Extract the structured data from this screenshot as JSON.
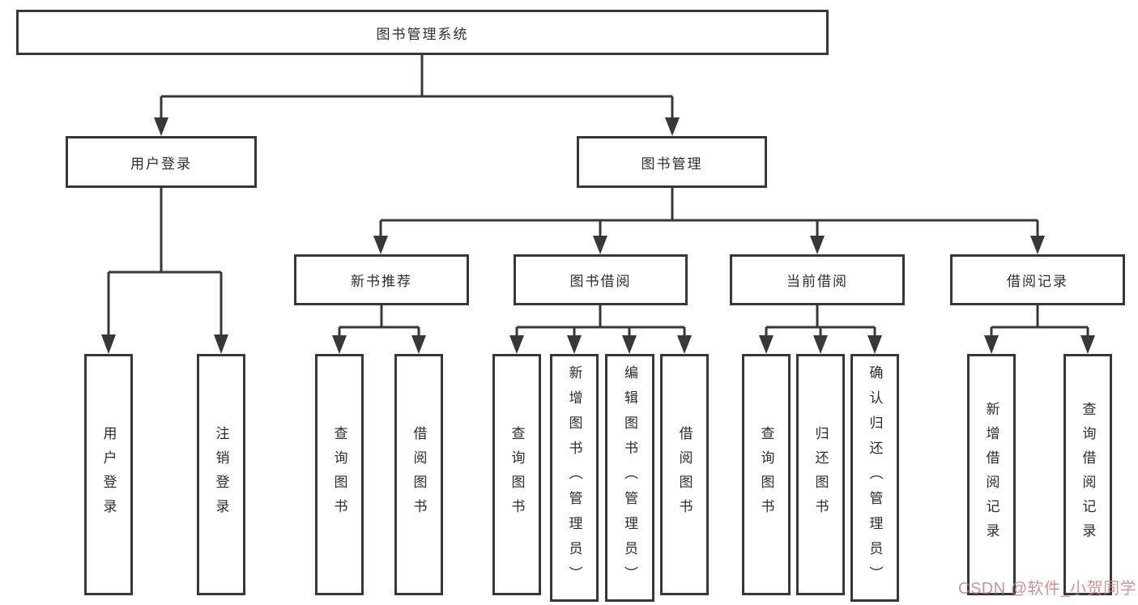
{
  "diagram": {
    "root": {
      "label": "图书管理系统"
    },
    "level2": {
      "user_login": {
        "label": "用户登录"
      },
      "book_mgmt": {
        "label": "图书管理"
      }
    },
    "level3": {
      "new_books": {
        "label": "新书推荐"
      },
      "book_borrow": {
        "label": "图书借阅"
      },
      "current_borrow": {
        "label": "当前借阅"
      },
      "borrow_records": {
        "label": "借阅记录"
      }
    },
    "leaves": {
      "ul_login": {
        "label": "用户登录"
      },
      "ul_logout": {
        "label": "注销登录"
      },
      "nb_query": {
        "label": "查询图书"
      },
      "nb_borrow": {
        "label": "借阅图书"
      },
      "bb_query": {
        "label": "查询图书"
      },
      "bb_add": {
        "label": "新增图书（管理员）"
      },
      "bb_edit": {
        "label": "编辑图书（管理员）"
      },
      "bb_borrow": {
        "label": "借阅图书"
      },
      "cb_query": {
        "label": "查询图书"
      },
      "cb_return": {
        "label": "归还图书"
      },
      "cb_confirm": {
        "label": "确认归还（管理员）"
      },
      "br_add": {
        "label": "新增借阅记录"
      },
      "br_query": {
        "label": "查询借阅记录"
      }
    },
    "watermark": "CSDN @软件_小贺同学",
    "colors": {
      "line": "#383838",
      "box_border": "#383838",
      "text": "#2d2d2d",
      "watermark": "#c18282",
      "background": "#ffffff"
    }
  }
}
